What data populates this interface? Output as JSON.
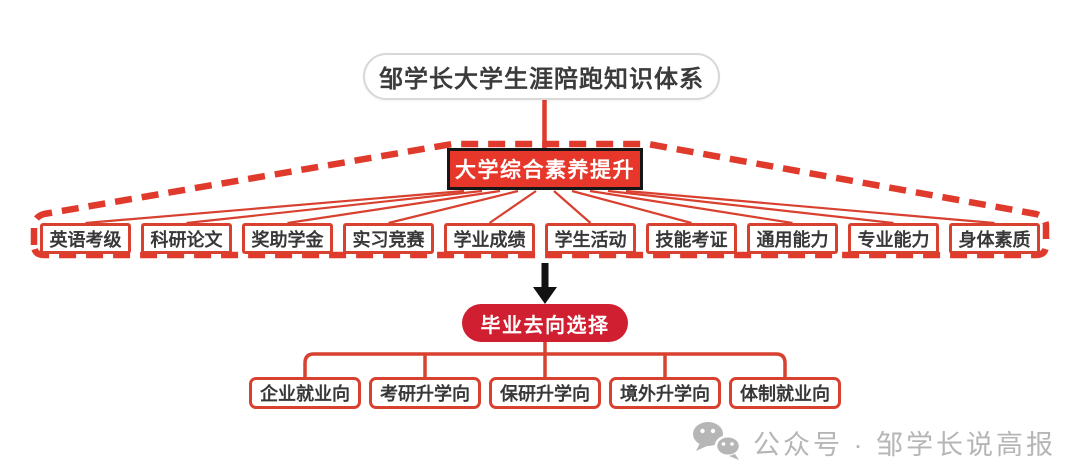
{
  "colors": {
    "line_red": "#E03A2C",
    "box_border_red": "#D8402F",
    "level1_fill_red": "#E7372B",
    "level3_fill_red": "#D01F30",
    "black_border": "#161616",
    "text_dark": "#3B3B3B",
    "watermark_gray": "#B6B6B6"
  },
  "root": {
    "title": "邹学长大学生涯陪跑知识体系"
  },
  "level1": {
    "label": "大学综合素养提升"
  },
  "level2": {
    "items": [
      "英语考级",
      "科研论文",
      "奖助学金",
      "实习竞赛",
      "学业成绩",
      "学生活动",
      "技能考证",
      "通用能力",
      "专业能力",
      "身体素质"
    ]
  },
  "level3": {
    "label": "毕业去向选择"
  },
  "level4": {
    "items": [
      "企业就业向",
      "考研升学向",
      "保研升学向",
      "境外升学向",
      "体制就业向"
    ]
  },
  "watermark": {
    "icon": "wechat-icon",
    "text": "公众号 · 邹学长说高报"
  }
}
